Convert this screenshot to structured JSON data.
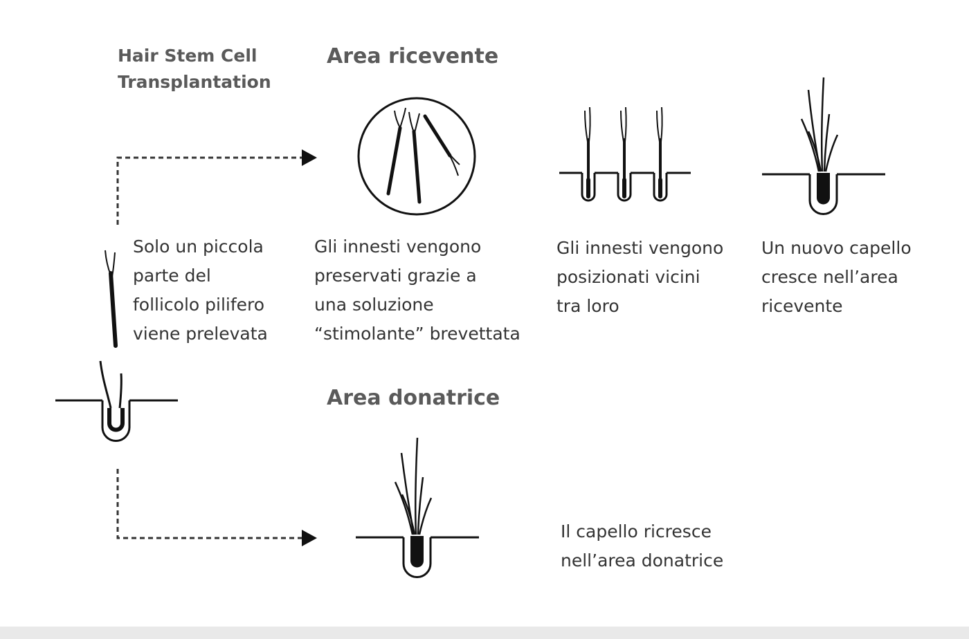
{
  "heading": {
    "title_line1": "Hair Stem Cell",
    "title_line2": "Transplantation"
  },
  "recipient": {
    "title": "Area ricevente",
    "step1": "Gli innesti vengono\npreservati grazie a\nuna soluzione\n“stimolante” brevettata",
    "step2": "Gli innesti vengono\nposizionati vicini\ntra loro",
    "step3": "Un nuovo capello\ncresce nell’area\nricevente"
  },
  "donor": {
    "title": "Area donatrice",
    "extraction": "Solo un piccola\nparte del\nfollicolo pilifero\nviene prelevata",
    "regrowth": "Il capello ricresce\nnell’area donatrice"
  },
  "colors": {
    "text": "#333333",
    "heading": "#5a5a5a",
    "ink": "#111111",
    "background": "#ffffff"
  }
}
